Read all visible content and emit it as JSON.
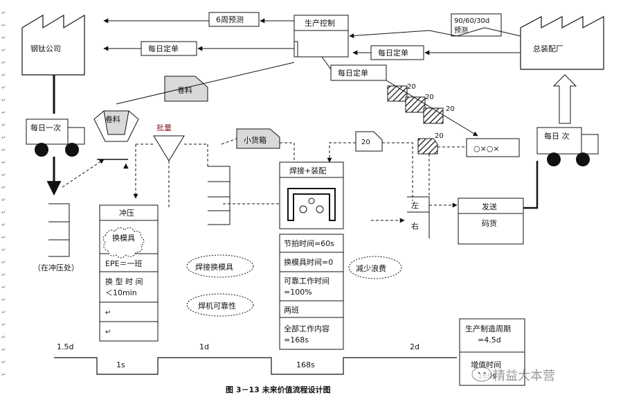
{
  "info_boxes": {
    "forecast_6wk": "6周预测",
    "daily_order_supplier": "每日定单",
    "production_control": "生产控制",
    "forecast_909060": "90/60/30d",
    "forecast_label": "预测",
    "daily_order_customer": "每日定单",
    "daily_order_to_line": "每日定单"
  },
  "supplier": {
    "name": "钢钛公司",
    "shipment": "每日一次",
    "inventory": "（在冲压处）"
  },
  "customer": {
    "name": "总装配厂",
    "shipment": "每日  次"
  },
  "kanban": {
    "coil_card": "卷料",
    "coil_signal": "卷料",
    "batch_label": "批量",
    "small_box": "小货箱",
    "counts": [
      "20",
      "20",
      "20",
      "20",
      "20"
    ],
    "withdraw_count": "20",
    "withdraw_icons": "○×○×"
  },
  "stamping": {
    "title": "冲压",
    "kaizen": "换模具",
    "rows": [
      "EPE＝一班",
      "换 型 时 间\n＜10min",
      "↵",
      "↵"
    ]
  },
  "weld": {
    "title": "焊接+装配",
    "rows": [
      "节拍时间=60s",
      "换模具时间=0",
      "可靠工作时间\n=100%",
      "两班",
      "全部工作内容\n≈168s"
    ]
  },
  "kaizen_bursts": [
    "焊接换模具",
    "焊机可靠性",
    "减少浪费"
  ],
  "shipping": {
    "title": "发送",
    "sub": "码货",
    "left": "左",
    "right": "右"
  },
  "timeline": {
    "lead_days": [
      "1.5d",
      "1d",
      "2d"
    ],
    "process_secs": [
      "1s",
      "168s"
    ],
    "summary_line1": "生产制造周期",
    "summary_line2": "=4.5d",
    "summary_line3": "增值时间",
    "summary_line4": "169s"
  },
  "caption": "图 3－13 未来价值流程设计图",
  "watermark": "精益大本营",
  "colors": {
    "line": "#111111",
    "kanban_fill": "#d9d9d9",
    "hatch": "#111111"
  }
}
